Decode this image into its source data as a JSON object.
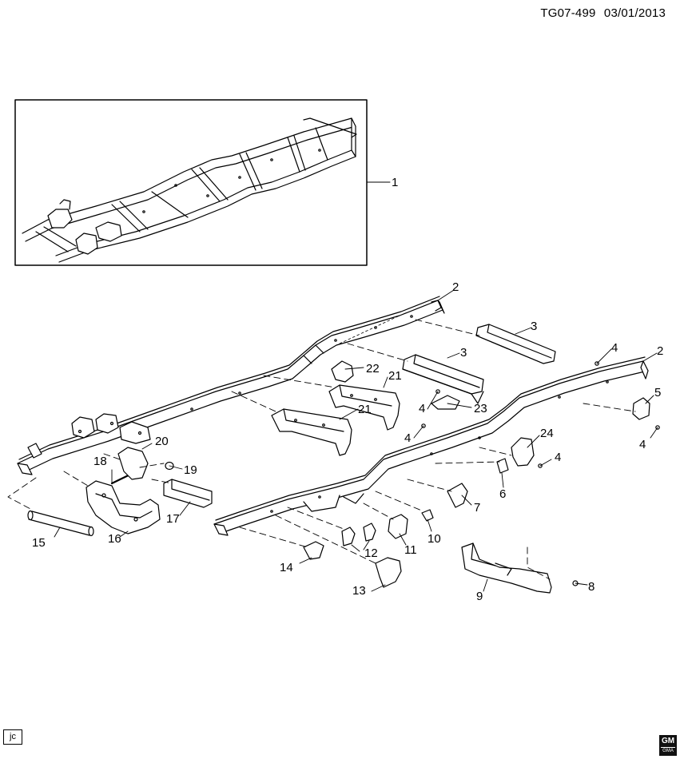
{
  "header": {
    "diagram_id": "TG07-499",
    "date": "03/01/2013"
  },
  "callouts": {
    "c1": "1",
    "c2a": "2",
    "c2b": "2",
    "c3a": "3",
    "c3b": "3",
    "c4a": "4",
    "c4b": "4",
    "c4c": "4",
    "c4d": "4",
    "c4e": "4",
    "c5": "5",
    "c6": "6",
    "c7": "7",
    "c8": "8",
    "c9": "9",
    "c10": "10",
    "c11": "11",
    "c12": "12",
    "c13": "13",
    "c14": "14",
    "c15": "15",
    "c16": "16",
    "c17": "17",
    "c18": "18",
    "c19": "19",
    "c20": "20",
    "c21a": "21",
    "c21b": "21",
    "c22": "22",
    "c23": "23",
    "c24": "24"
  },
  "footer": {
    "tag": "jc",
    "logo_text": "GM",
    "logo_sub": "GMA"
  }
}
